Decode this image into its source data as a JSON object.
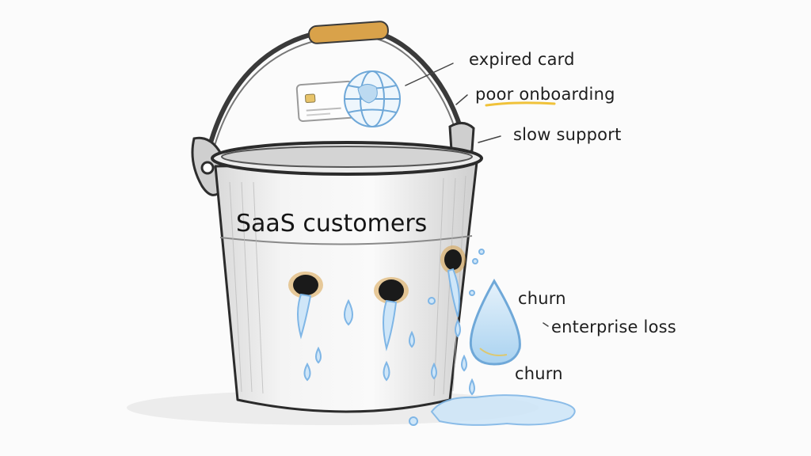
{
  "bucket": {
    "title": "SaaS customers"
  },
  "callouts": [
    {
      "id": "expired-card",
      "text": "expired card"
    },
    {
      "id": "poor-onboarding",
      "text": "poor onboarding"
    },
    {
      "id": "slow-support",
      "text": "slow support"
    },
    {
      "id": "churn-top",
      "text": "churn"
    },
    {
      "id": "enterprise-loss",
      "text": "enterprise loss"
    },
    {
      "id": "churn-bottom",
      "text": "churn"
    }
  ],
  "colors": {
    "ink": "#2b2b2b",
    "water": "#7fb6e6",
    "water_light": "#cfe6f8",
    "hole": "#1a1a1a",
    "handle_grip": "#d9a24a",
    "underline": "#f0c23a"
  },
  "icons": [
    "credit-card-icon",
    "globe-icon",
    "water-drop-icon"
  ]
}
